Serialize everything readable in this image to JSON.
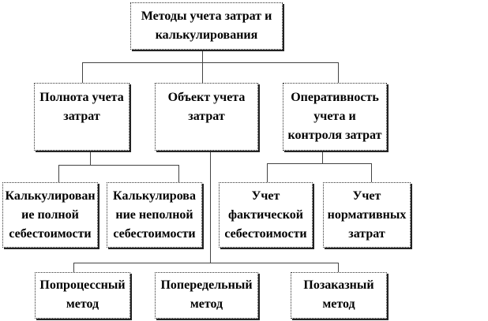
{
  "root": {
    "lines": [
      "Методы учета затрат и",
      "калькулирования"
    ]
  },
  "level2": [
    {
      "lines": [
        "Полнота учета",
        "затрат"
      ]
    },
    {
      "lines": [
        "Объект учета",
        "затрат"
      ]
    },
    {
      "lines": [
        "Оперативность",
        "учета и",
        "контроля затрат"
      ]
    }
  ],
  "level3": [
    {
      "lines": [
        "Калькулирован",
        "ие полной",
        "себестоимости"
      ]
    },
    {
      "lines": [
        "Калькулирова",
        "ние неполной",
        "себестоимости"
      ]
    },
    {
      "lines": [
        "Учет",
        "фактической",
        "себестоимости"
      ]
    },
    {
      "lines": [
        "Учет",
        "нормативных",
        "затрат"
      ]
    }
  ],
  "bottom": [
    {
      "lines": [
        "Попроцессный",
        "метод"
      ]
    },
    {
      "lines": [
        "Попередельный",
        "метод"
      ]
    },
    {
      "lines": [
        "Позаказный",
        "метод"
      ]
    }
  ]
}
